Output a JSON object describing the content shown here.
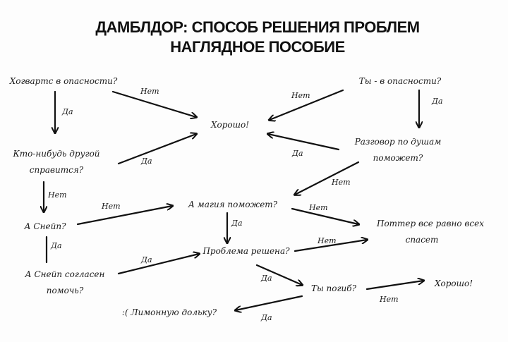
{
  "title": {
    "line1": "ДАМБЛДОР: СПОСОБ РЕШЕНИЯ ПРОБЛЕМ",
    "line2": "НАГЛЯДНОЕ ПОСОБИЕ"
  },
  "nodes": {
    "hogwarts": "Хогвартс в опасности?",
    "someone_else_line1": "Кто-нибудь другой",
    "someone_else_line2": "справится?",
    "snape": "А Снейп?",
    "snape_agrees_line1": "А Снейп согласен",
    "snape_agrees_line2": "помочь?",
    "lemon": ":( Лимонную дольку?",
    "good_center": "Хорошо!",
    "you_in_danger": "Ты - в опасности?",
    "talk_line1": "Разговор по душам",
    "talk_line2": "поможет?",
    "magic": "А магия поможет?",
    "solved": "Проблема решена?",
    "you_died": "Ты погиб?",
    "good_right": "Хорошо!",
    "potter_line1": "Поттер все равно всех",
    "potter_line2": "спасет"
  },
  "labels": {
    "net": "Нет",
    "da": "Да"
  }
}
